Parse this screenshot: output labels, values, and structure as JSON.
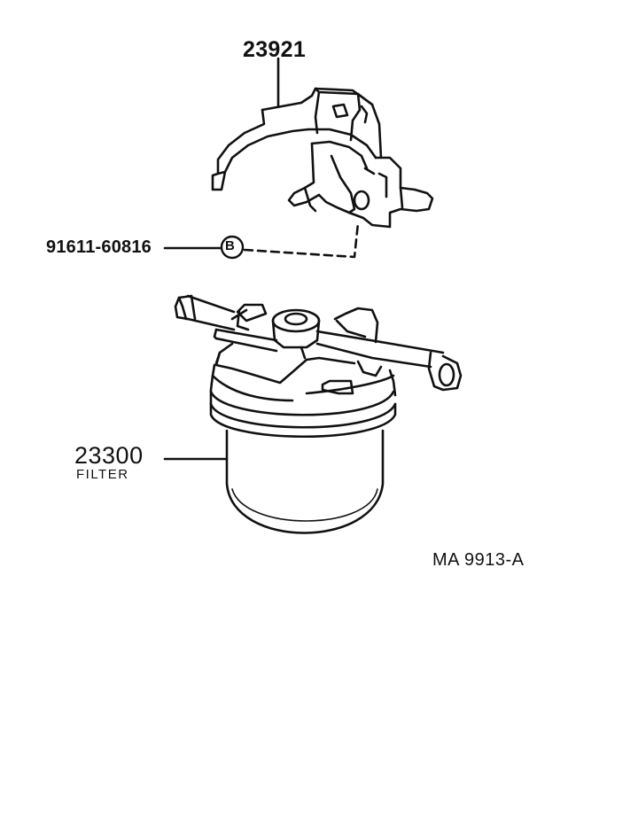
{
  "parts": {
    "bracket": {
      "number": "23921"
    },
    "bolt": {
      "number": "91611-60816",
      "marker": "B"
    },
    "filter": {
      "number": "23300",
      "name": "FILTER"
    }
  },
  "reference": "MA  9913-A"
}
